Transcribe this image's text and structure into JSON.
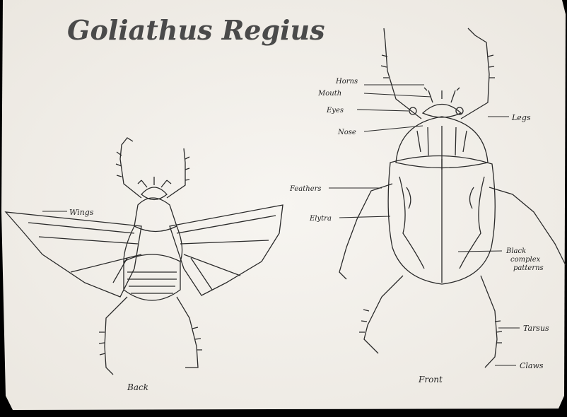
{
  "title": "Goliathus Regius",
  "back": {
    "caption": "Back",
    "labels": {
      "wings": "Wings"
    }
  },
  "front": {
    "caption": "Front",
    "labels": {
      "horns": "Horns",
      "mouth": "Mouth",
      "eyes": "Eyes",
      "nose": "Nose",
      "legs": "Legs",
      "feathers": "Feathers",
      "elytra": "Elytra",
      "patterns_1": "Black",
      "patterns_2": "complex",
      "patterns_3": "patterns",
      "tarsus": "Tarsus",
      "claws": "Claws"
    }
  },
  "colors": {
    "paper": "#f4f1ec",
    "ink": "#2a2a2a",
    "background": "#000000"
  }
}
